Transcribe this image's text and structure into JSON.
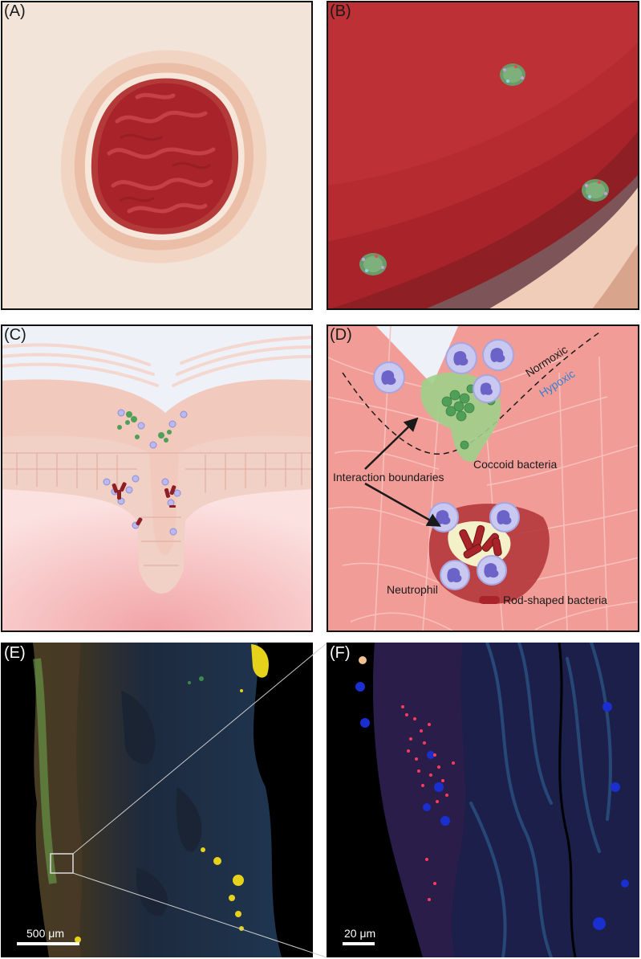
{
  "panels": {
    "a": {
      "label": "(A)"
    },
    "b": {
      "label": "(B)"
    },
    "c": {
      "label": "(C)"
    },
    "d": {
      "label": "(D)",
      "normoxic": "Normoxic",
      "hypoxic": "Hypoxic",
      "coccoid": "Coccoid bacteria",
      "interaction": "Interaction boundaries",
      "neutrophil": "Neutrophil",
      "rod": "Rod-shaped bacteria"
    },
    "e": {
      "label": "(E)",
      "scale": "500 μm"
    },
    "f": {
      "label": "(F)",
      "scale": "20 μm"
    }
  },
  "colors": {
    "wound_red": "#a8232a",
    "tissue_pink": "#f2a3a0",
    "skin_beige": "#f3e4da",
    "neutrophil": "#c9c8f0",
    "coccoid_green": "#5fb36a",
    "hypoxic_blue": "#3a7fcf"
  }
}
